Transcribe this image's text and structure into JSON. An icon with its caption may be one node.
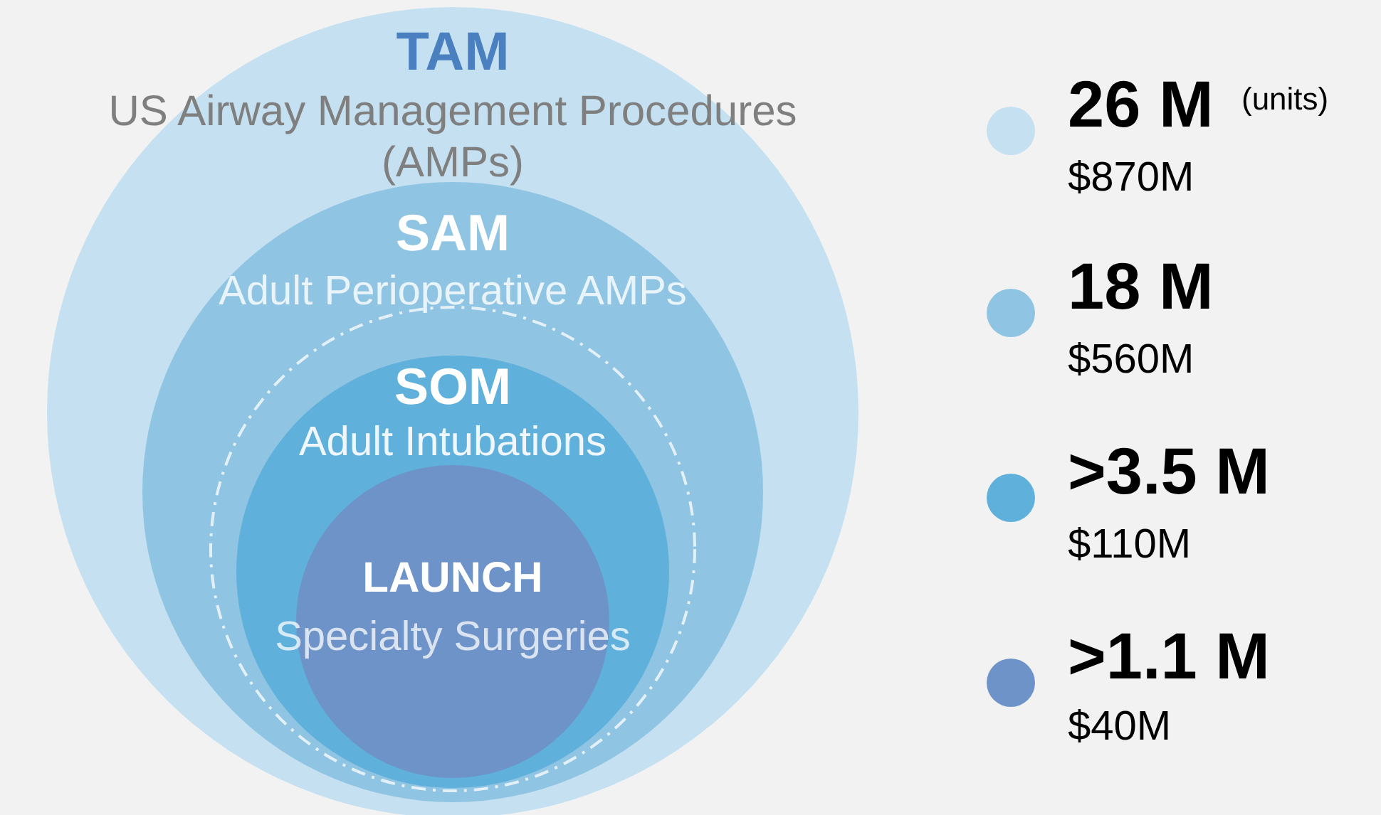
{
  "diagram": {
    "nodes": [
      {
        "text": [
          "TAM",
          "US Airway Management Procedures (AMPs)"
        ]
      },
      {
        "text": [
          "SAM",
          "Adult Perioperative AMPs"
        ],
        "in": 0
      },
      {
        "text": [],
        "shape": "circle",
        "in": 1
      },
      {
        "text": [
          "SOM",
          "Adult Intubations"
        ],
        "in": 2
      },
      {
        "text": [
          "LAUNCH",
          "Specialty Surgeries"
        ],
        "in": 3
      }
    ],
    "labels": [
      "(units)",
      "$870M",
      "$560M",
      "$110M",
      "$40M"
    ],
    "legend": [
      {
        "text": "26 M",
        "color": "#c4e0f1"
      },
      {
        "text": "18 M",
        "color": "#8fc4e3"
      },
      {
        "text": ">3.5 M",
        "color": "#60b0dc"
      },
      {
        "text": ">1.1 M",
        "color": "#6e93c8"
      }
    ]
  }
}
